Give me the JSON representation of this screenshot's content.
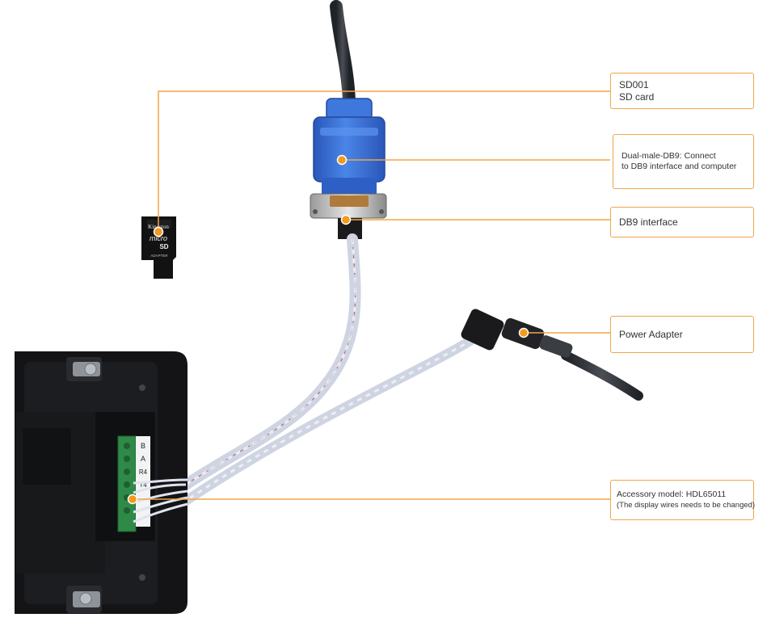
{
  "colors": {
    "callout": "#f0a54a",
    "dot": "#f39a1f",
    "connector_blue": "#3a6fd1",
    "device_body": "#141416",
    "terminal_green": "#2f8a48",
    "cable_white": "#e6e9f2"
  },
  "sd_card": {
    "brand": "Kingston",
    "micro": "micro",
    "sd": "SD",
    "adapter": "ADAPTER"
  },
  "terminal_labels": [
    "B",
    "A",
    "R4",
    "T4"
  ],
  "callouts": [
    {
      "id": "sd-card",
      "lines": [
        "SD001",
        "SD card"
      ]
    },
    {
      "id": "dual-male-db9",
      "lines": [
        "Dual-male-DB9: Connect",
        "to DB9 interface and computer"
      ]
    },
    {
      "id": "db9-interface",
      "lines": [
        "DB9 interface"
      ]
    },
    {
      "id": "power-adapter",
      "lines": [
        "Power Adapter"
      ]
    },
    {
      "id": "accessory-model",
      "lines": [
        "Accessory model: HDL65011",
        "(The display wires needs to be changed)"
      ]
    }
  ]
}
